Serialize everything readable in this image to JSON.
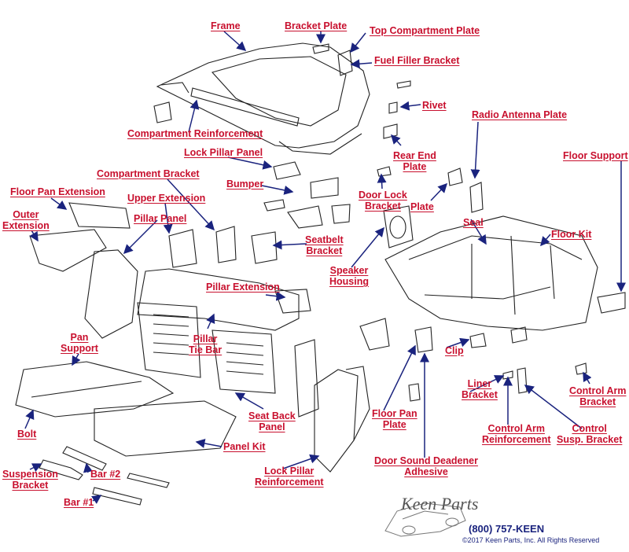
{
  "labels": {
    "frame": "Frame",
    "bracket_plate": "Bracket Plate",
    "top_compartment_plate": "Top Compartment Plate",
    "fuel_filler_bracket": "Fuel Filler Bracket",
    "rivet": "Rivet",
    "radio_antenna_plate": "Radio Antenna Plate",
    "compartment_reinforcement": "Compartment Reinforcement",
    "rear_end_plate_1": "Rear End",
    "rear_end_plate_2": "Plate",
    "floor_support": "Floor Support",
    "lock_pillar_panel": "Lock Pillar Panel",
    "compartment_bracket": "Compartment Bracket",
    "bumper": "Bumper",
    "door_lock_bracket_1": "Door Lock",
    "door_lock_bracket_2": "Bracket",
    "plate": "Plate",
    "seal": "Seal",
    "floor_kit": "Floor Kit",
    "floor_pan_extension": "Floor Pan Extension",
    "upper_extension": "Upper Extension",
    "outer_extension_1": "Outer",
    "outer_extension_2": "Extension",
    "pillar_panel": "Pillar Panel",
    "seatbelt_bracket_1": "Seatbelt",
    "seatbelt_bracket_2": "Bracket",
    "speaker_housing_1": "Speaker",
    "speaker_housing_2": "Housing",
    "pillar_extension": "Pillar Extension",
    "pillar_tie_bar_1": "Pillar",
    "pillar_tie_bar_2": "Tie Bar",
    "pan_support_1": "Pan",
    "pan_support_2": "Support",
    "clip": "Clip",
    "liner_bracket_1": "Liner",
    "liner_bracket_2": "Bracket",
    "control_arm_bracket_1": "Control Arm",
    "control_arm_bracket_2": "Bracket",
    "bolt": "Bolt",
    "seat_back_panel_1": "Seat Back",
    "seat_back_panel_2": "Panel",
    "floor_pan_plate_1": "Floor Pan",
    "floor_pan_plate_2": "Plate",
    "control_arm_reinforcement_1": "Control Arm",
    "control_arm_reinforcement_2": "Reinforcement",
    "control_susp_bracket_1": "Control",
    "control_susp_bracket_2": "Susp. Bracket",
    "panel_kit": "Panel Kit",
    "door_sound_deadener_1": "Door Sound Deadener",
    "door_sound_deadener_2": "Adhesive",
    "suspension_bracket_1": "Suspension",
    "suspension_bracket_2": "Bracket",
    "bar_2": "Bar #2",
    "bar_1": "Bar #1",
    "lock_pillar_reinforcement_1": "Lock Pillar",
    "lock_pillar_reinforcement_2": "Reinforcement"
  },
  "brand": {
    "logo_text": "Keen Parts",
    "phone": "(800) 757-KEEN",
    "copyright": "©2017 Keen Parts, Inc. All Rights Reserved"
  },
  "colors": {
    "label": "#c8102e",
    "arrow": "#1a237e",
    "line_art": "#222222"
  }
}
